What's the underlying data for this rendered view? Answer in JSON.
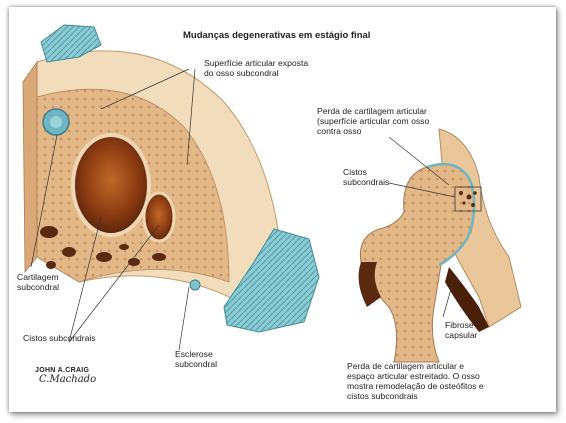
{
  "title": "Mudanças degenerativas em estágio final",
  "labels": {
    "exposed_surface": "Superfície articular exposta\ndo osso subcondral",
    "cartilage_loss_detail": "Perda de cartilagem articular\n(superfície articular com osso\ncontra osso",
    "cysts_right": "Cistos\nsubcondrais",
    "cartilage_left": "Cartilagem\nsubcondral",
    "cysts_left": "Cistos subcondrais",
    "sclerosis": "Esclerose\nsubcondral",
    "capsular_fibrosis": "Fibrose\ncapsular",
    "caption": "Perda de cartilagem articular e\nespaço articular estreitado. O osso\nmostra remodelação de osteófitos e\ncistos subcondrais"
  },
  "signature": {
    "line1": "JOHN A.CRAIG",
    "line2": "C.Machado"
  },
  "colors": {
    "bone": "#e9c79a",
    "bone_light": "#f3e2c6",
    "cartilage": "#7fc3cc",
    "cavity": "#8a3a12",
    "shadow": "#5a2a10"
  }
}
